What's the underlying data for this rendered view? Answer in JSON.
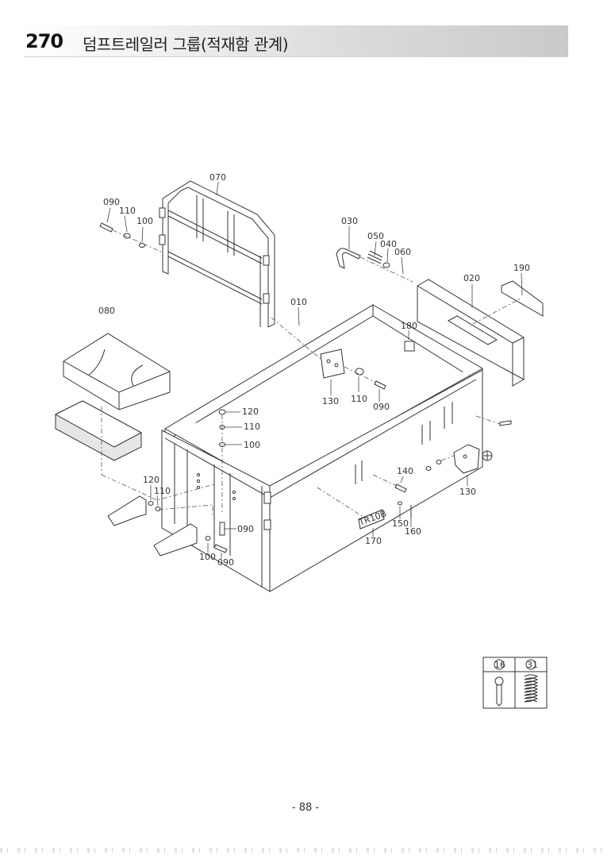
{
  "header": {
    "section_number": "270",
    "title": "덤프트레일러 그룹(적재함 관계)"
  },
  "callouts": {
    "c070": "070",
    "c090a": "090",
    "c110a": "110",
    "c100a": "100",
    "c080": "080",
    "c010": "010",
    "c030": "030",
    "c050": "050",
    "c040": "040",
    "c060": "060",
    "c020": "020",
    "c190": "190",
    "c180": "180",
    "c130a": "130",
    "c110b": "110",
    "c090b": "090",
    "c120a": "120",
    "c110c": "110",
    "c100b": "100",
    "c120b": "120",
    "c110d": "110",
    "c090c": "090",
    "c100c": "100",
    "c090d": "090",
    "c140": "140",
    "c130b": "130",
    "c150": "150",
    "c160": "160",
    "c170": "170"
  },
  "tag_plate_text": "TR10B",
  "legend": {
    "items": [
      {
        "number": "16",
        "icon": "split-pin-icon"
      },
      {
        "number": "31",
        "icon": "coil-spring-icon"
      }
    ]
  },
  "footer": {
    "page_number": "- 88 -"
  }
}
